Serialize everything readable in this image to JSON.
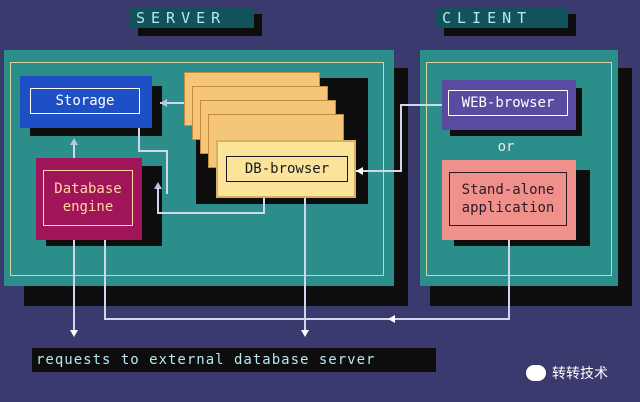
{
  "server": {
    "title": "SERVER"
  },
  "client": {
    "title": "CLIENT"
  },
  "nodes": {
    "storage": "Storage",
    "db_browser": "DB-browser",
    "database_engine_line1": "Database",
    "database_engine_line2": "engine",
    "web_browser": "WEB-browser",
    "or": "or",
    "standalone_line1": "Stand-alone",
    "standalone_line2": "application"
  },
  "footer": {
    "text": "requests to external database server"
  },
  "watermark": {
    "text": "转转技术"
  },
  "colors": {
    "background": "#3b3a6e",
    "panel": "#2c8e8a",
    "storage": "#1f4fc4",
    "db_browser": "#fbe39a",
    "db_engine": "#a0145a",
    "web_browser": "#5a4aa0",
    "standalone": "#f0908a"
  }
}
